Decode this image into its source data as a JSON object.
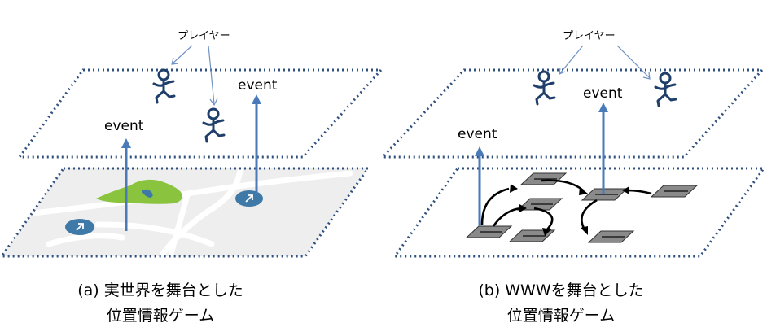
{
  "diagrams": [
    {
      "id": "left",
      "player_label": "プレイヤー",
      "events": [
        "event",
        "event"
      ],
      "caption_line1": "(a) 実世界を舞台とした",
      "caption_line2": "位置情報ゲーム"
    },
    {
      "id": "right",
      "player_label": "プレイヤー",
      "events": [
        "event",
        "event"
      ],
      "caption_line1": "(b) WWWを舞台とした",
      "caption_line2": "位置情報ゲーム"
    }
  ],
  "colors": {
    "plane_border": "#2f4f7f",
    "event_arrow": "#4a7ab8",
    "player": "#1f3f6a",
    "map_ground": "#eeeeee",
    "park": "#8ac43f",
    "pin": "#3f79a8",
    "web_page": "#8a8a8a"
  }
}
